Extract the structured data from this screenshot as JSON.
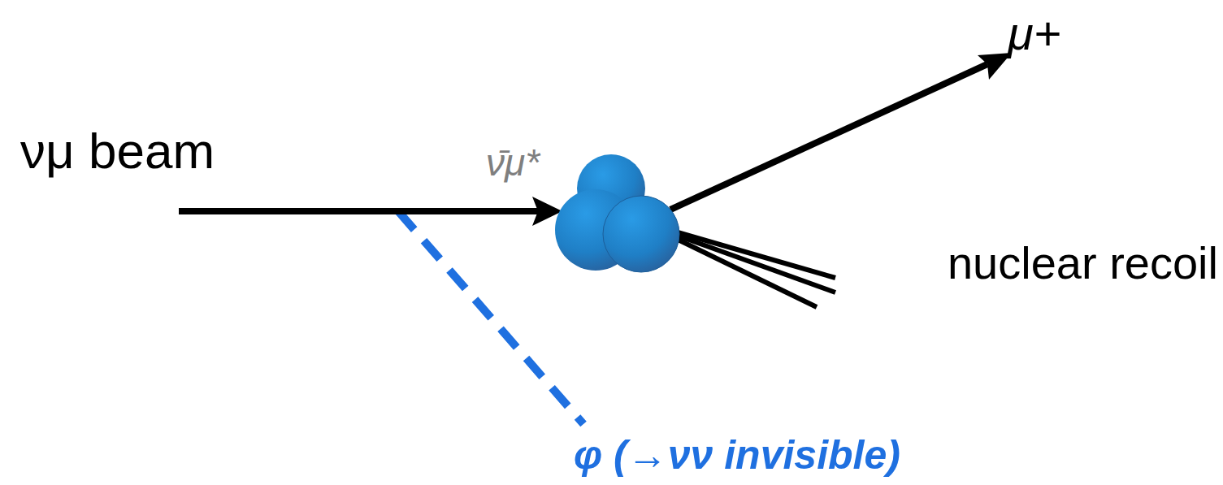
{
  "diagram": {
    "labels": [
      "νμ beam",
      "ν̄μ*",
      "μ+",
      "nuclear recoil",
      "φ (→νν invisible)"
    ]
  }
}
